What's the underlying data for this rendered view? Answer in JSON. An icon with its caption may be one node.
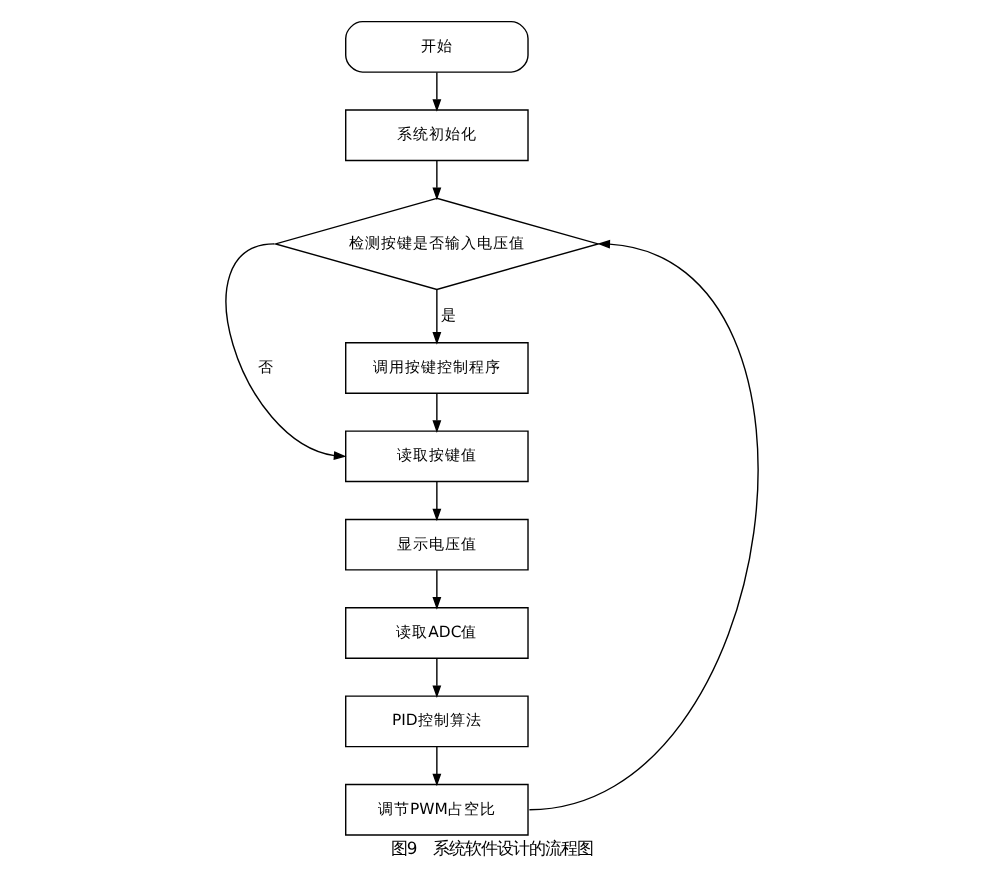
{
  "diagram": {
    "caption": "图9　系统软件设计的流程图",
    "nodes": [
      {
        "text": [
          "开始"
        ]
      },
      {
        "text": [
          "系统初始化"
        ]
      },
      {
        "text": [
          "检测按键是否输入电压值"
        ]
      },
      {
        "text": [
          "调用按键控制程序"
        ]
      },
      {
        "text": [
          "读取按键值"
        ]
      },
      {
        "text": [
          "显示电压值"
        ]
      },
      {
        "text": [
          "读取ADC值"
        ]
      },
      {
        "text": [
          "PID控制算法"
        ]
      },
      {
        "text": [
          "调节PWM占空比"
        ]
      }
    ],
    "edges": [
      {
        "from": 0,
        "to": 1,
        "arrow": "to"
      },
      {
        "from": 1,
        "to": 2,
        "arrow": "to"
      },
      {
        "from": 2,
        "to": 3,
        "label": "是",
        "arrow": "to"
      },
      {
        "from": 2,
        "to": 4,
        "label": "否",
        "arrow": "to"
      },
      {
        "from": 3,
        "to": 4,
        "arrow": "to"
      },
      {
        "from": 4,
        "to": 5,
        "arrow": "to"
      },
      {
        "from": 5,
        "to": 6,
        "arrow": "to"
      },
      {
        "from": 6,
        "to": 7,
        "arrow": "to"
      },
      {
        "from": 7,
        "to": 8,
        "arrow": "to"
      },
      {
        "from": 8,
        "to": 2,
        "arrow": "to"
      }
    ]
  }
}
